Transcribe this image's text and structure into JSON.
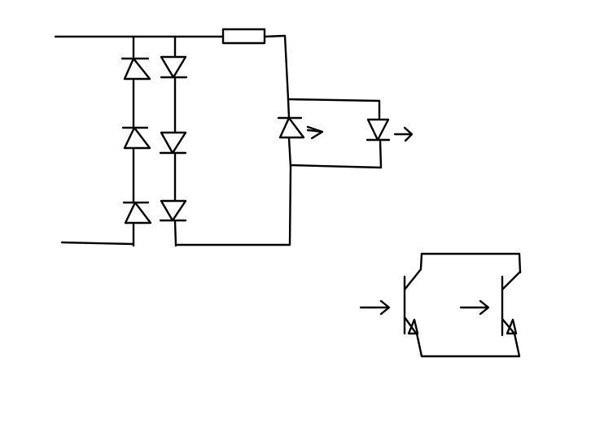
{
  "diagram": {
    "kind": "hand-drawn circuit sketch",
    "ink_color": "#000000",
    "background_color": "#ffffff",
    "components": {
      "diode_ladder_left": [
        "diode",
        "diode",
        "diode"
      ],
      "diode_ladder_right": [
        "diode",
        "diode",
        "diode"
      ],
      "series_resistor": "resistor",
      "emitters": [
        "led",
        "led"
      ],
      "receivers": [
        "phototransistor",
        "phototransistor"
      ]
    }
  }
}
